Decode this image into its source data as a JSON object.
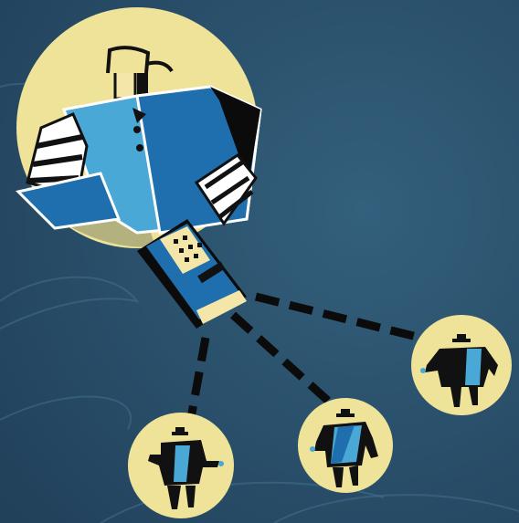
{
  "scene": {
    "palette": {
      "background": "#2a4d66",
      "background_light": "#3a6581",
      "circle_fill": "#efe39a",
      "figure_black": "#0b0b0b",
      "figure_blue": "#4aa8d6",
      "figure_blue_dark": "#1f6fae",
      "cream": "#f4e6a8",
      "connector": "#0b0b0b"
    },
    "elements": {
      "hub": "figure-with-handheld-device",
      "nodes": [
        "small-figure-left",
        "small-figure-center",
        "small-figure-right"
      ]
    }
  }
}
